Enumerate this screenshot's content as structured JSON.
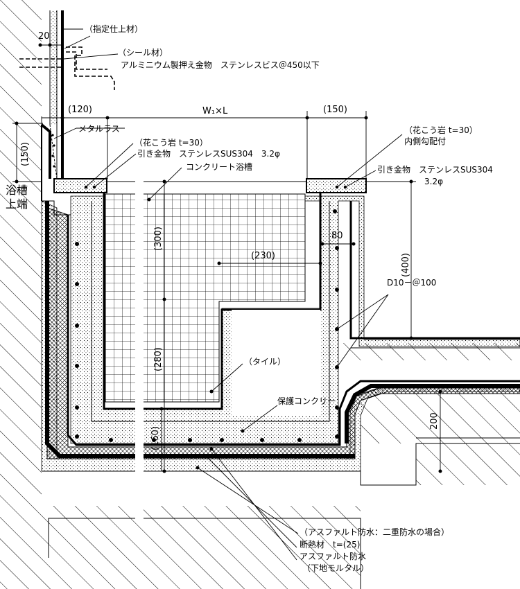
{
  "labels": {
    "finish_material": "（指定仕上材）",
    "sealant": "（シール材）",
    "alum_press": "アルミニウム製押え金物　ステンレスビス＠450以下",
    "metal_lath": "メタルラス",
    "granite_left": "（花こう岩 t=30）",
    "pull_metal_left": "引き金物　ステンレスSUS304　3.2φ",
    "concrete_tub": "コンクリート浴槽",
    "granite_right": "（花こう岩 t=30）",
    "inner_slope": "内側勾配付",
    "pull_metal_right": "引き金物　ステンレスSUS304",
    "pull_metal_right_dia": "3.2φ",
    "rebar": "D10－＠100",
    "tile": "（タイル）",
    "protect_concrete": "保護コンクリー",
    "asphalt_double": "（アスファルト防水：二重防水の場合）",
    "insulation": "断熱材　t=(25)",
    "asphalt": "アスファルト防水",
    "mortar_base": "（下地モルタル）",
    "tub_top_1": "浴槽",
    "tub_top_2": "上端"
  },
  "dimensions": {
    "d20": "20",
    "d120": "(120)",
    "wl": "W₁×L",
    "d150_right": "(150)",
    "d150_left": "(150)",
    "d300": "(300)",
    "d230": "(230)",
    "d80": "80",
    "d400": "(400)",
    "d280": "(280)",
    "d160": "(160)",
    "d200": "200"
  }
}
